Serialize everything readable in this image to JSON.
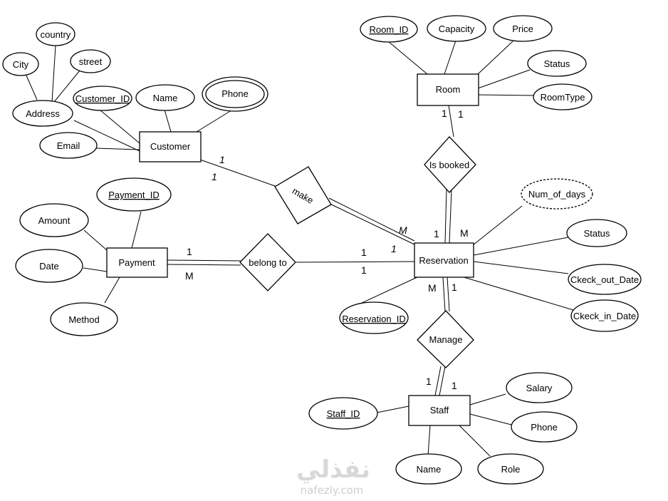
{
  "entities": {
    "customer": "Customer",
    "room": "Room",
    "payment": "Payment",
    "reservation": "Reservation",
    "staff": "Staff"
  },
  "relationships": {
    "make": "make",
    "is_booked": "Is booked",
    "belong_to": "belong to",
    "manage": "Manage"
  },
  "attributes": {
    "customer": {
      "country": "country",
      "city": "City",
      "street": "street",
      "address": "Address",
      "customer_id": "Customer_ID",
      "name": "Name",
      "phone": "Phone",
      "email": "Email"
    },
    "room": {
      "room_id": "Room_ID",
      "capacity": "Capacity",
      "price": "Price",
      "status": "Status",
      "room_type": "RoomType"
    },
    "payment": {
      "payment_id": "Payment_ID",
      "amount": "Amount",
      "date": "Date",
      "method": "Method"
    },
    "reservation": {
      "num_of_days": "Num_of_days",
      "status": "Status",
      "check_out": "Ckeck_out_Date",
      "check_in": "Ckeck_in_Date",
      "reservation_id": "Reservation_ID"
    },
    "staff": {
      "staff_id": "Staff_ID",
      "salary": "Salary",
      "phone": "Phone",
      "name": "Name",
      "role": "Role"
    }
  },
  "cardinalities": {
    "customer_make_a": "1",
    "customer_make_b": "1",
    "make_reservation_m": "M",
    "make_reservation_1": "1",
    "room_booked_a": "1",
    "room_booked_b": "1",
    "booked_reservation_1": "1",
    "booked_reservation_m": "M",
    "payment_belong_1": "1",
    "payment_belong_m": "M",
    "belong_reservation_a": "1",
    "belong_reservation_b": "1",
    "reservation_manage_m": "M",
    "reservation_manage_1": "1",
    "manage_staff_a": "1",
    "manage_staff_b": "1"
  },
  "watermark": {
    "arabic": "نفذلي",
    "latin": "nafezly.com"
  }
}
